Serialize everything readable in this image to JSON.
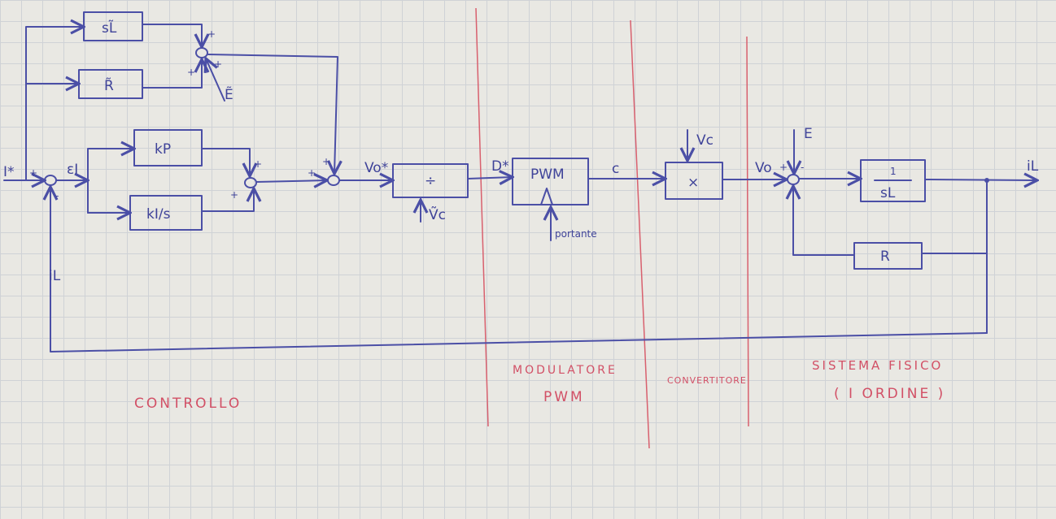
{
  "blocks": {
    "sl_tilde": "sL̃",
    "r_tilde": "R̃",
    "kp": "kP",
    "ki_s": "kI/s",
    "divide": "÷",
    "pwm": "PWM",
    "multiply": "×",
    "one_over_sl_num": "1",
    "one_over_sl_den": "sL",
    "r_feedback": "R"
  },
  "signals": {
    "i_ref": "I*",
    "error": "εI",
    "il_feedback": "iL",
    "e_tilde": "Ẽ",
    "vo_ref": "Vo*",
    "vc_tilde": "Ṽc",
    "d_ref": "D*",
    "carrier": "portante",
    "switch": "c",
    "vc": "Vc",
    "vo": "Vo",
    "e": "E",
    "il_out": "iL"
  },
  "signs": {
    "plus": "+",
    "minus": "-"
  },
  "sections": {
    "control": "CONTROLLO",
    "modulator_1": "MODULATORE",
    "modulator_2": "PWM",
    "converter": "CONVERTITORE",
    "plant_1": "SISTEMA FISICO",
    "plant_2": "( I ORDINE )"
  }
}
